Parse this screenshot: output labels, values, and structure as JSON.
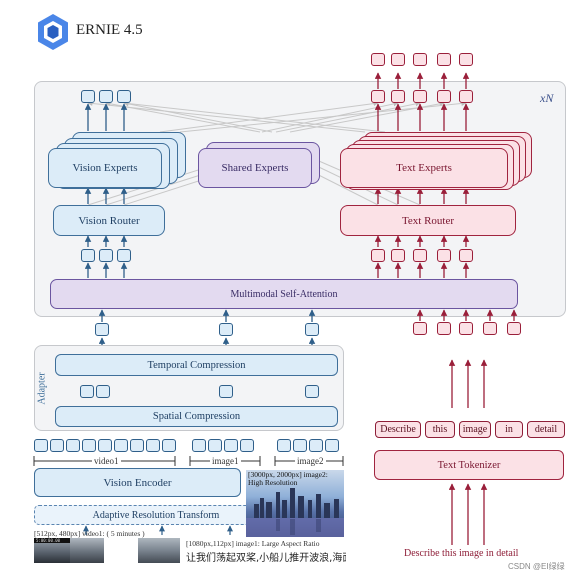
{
  "header": {
    "title": "ERNIE 4.5",
    "brand_color": "#3b6fd0"
  },
  "main": {
    "layer_repeat": "xN",
    "vision_experts": "Vision Experts",
    "shared_experts": "Shared Experts",
    "text_experts": "Text Experts",
    "vision_router": "Vision Router",
    "text_router": "Text Router",
    "attention": "Multimodal Self-Attention"
  },
  "adapter": {
    "label": "Adapter",
    "temporal": "Temporal Compression",
    "spatial": "Spatial Compression"
  },
  "vision": {
    "token_labels": [
      "video1",
      "image1",
      "image2"
    ],
    "encoder": "Vision Encoder",
    "resolution": "Adaptive Resolution Transform",
    "image2_caption": "[3000px, 2000px] image2:\nHigh Resolution",
    "video_caption": "[512px, 480px] video1: ( 5 minutes )",
    "image1_caption": "[1080px,112px] image1: Large Aspect Ratio",
    "image1_text": "让我们荡起双桨,小船儿推开波浪,海面",
    "video_frame_text": "5:00:00.00"
  },
  "text": {
    "words": [
      "Describe",
      "this",
      "image",
      "in",
      "detail"
    ],
    "tokenizer": "Text Tokenizer",
    "prompt": "Describe this image in detail"
  },
  "footer": {
    "watermark": "CSDN @EI绿绿"
  },
  "colors": {
    "vision": "#2f5f8a",
    "text": "#9a1f3a",
    "shared": "#6b55a0"
  }
}
